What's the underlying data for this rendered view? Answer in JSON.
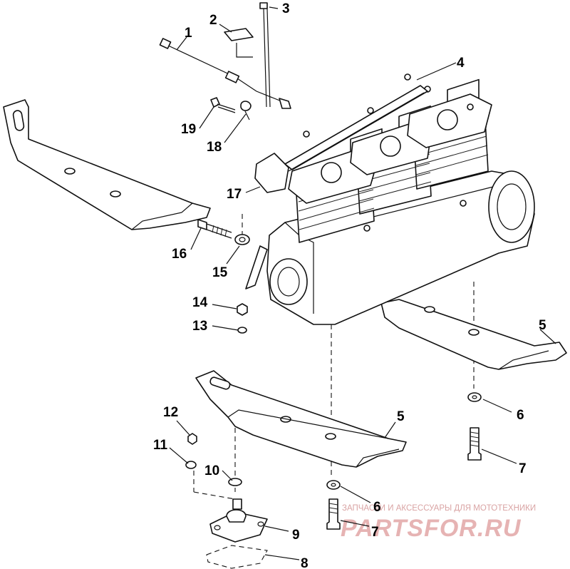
{
  "callouts": [
    {
      "id": "c1",
      "text": "1"
    },
    {
      "id": "c2",
      "text": "2"
    },
    {
      "id": "c3",
      "text": "3"
    },
    {
      "id": "c4",
      "text": "4"
    },
    {
      "id": "c5a",
      "text": "5"
    },
    {
      "id": "c5b",
      "text": "5"
    },
    {
      "id": "c6a",
      "text": "6"
    },
    {
      "id": "c6b",
      "text": "6"
    },
    {
      "id": "c7a",
      "text": "7"
    },
    {
      "id": "c7b",
      "text": "7"
    },
    {
      "id": "c8",
      "text": "8"
    },
    {
      "id": "c9",
      "text": "9"
    },
    {
      "id": "c10",
      "text": "10"
    },
    {
      "id": "c11",
      "text": "11"
    },
    {
      "id": "c12",
      "text": "12"
    },
    {
      "id": "c13",
      "text": "13"
    },
    {
      "id": "c14",
      "text": "14"
    },
    {
      "id": "c15",
      "text": "15"
    },
    {
      "id": "c16",
      "text": "16"
    },
    {
      "id": "c17",
      "text": "17"
    },
    {
      "id": "c18",
      "text": "18"
    },
    {
      "id": "c19",
      "text": "19"
    }
  ],
  "watermark": {
    "tagline": "ЗАПЧАСТИ И АКСЕССУАРЫ ДЛЯ МОТОТЕХНИКИ",
    "logo": "PARTSFOR.RU",
    "color": "#e6b3b3"
  }
}
